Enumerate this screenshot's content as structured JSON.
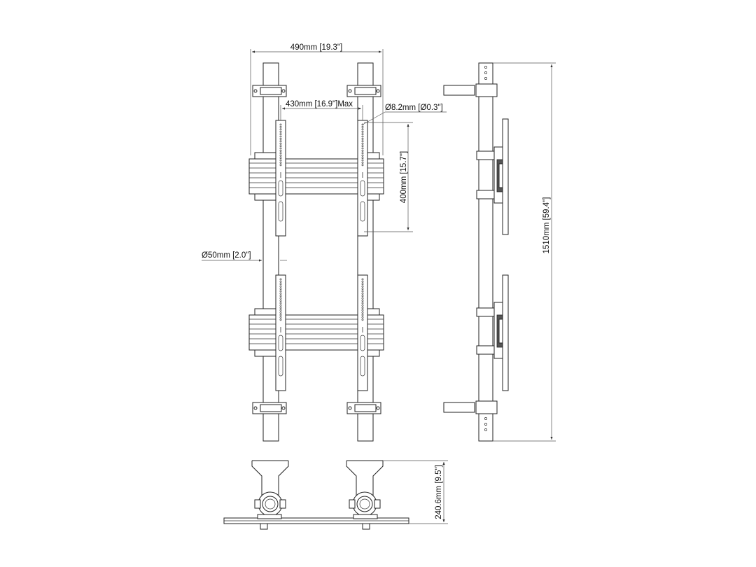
{
  "dimensions": {
    "overall_width": "490mm [19.3\"]",
    "max_vesa_width": "430mm [16.9\"]Max",
    "hole_diameter": "Ø8.2mm [Ø0.3\"]",
    "vesa_height": "400mm [15.7\"]",
    "pole_diameter": "Ø50mm [2.0\"]",
    "total_height": "1510mm [59.4\"]",
    "depth": "240.6mm [9.5\"]"
  }
}
